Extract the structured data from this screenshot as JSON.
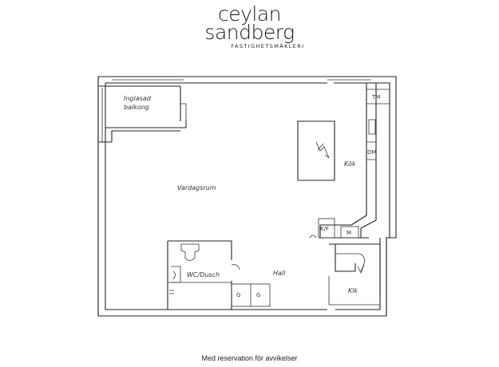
{
  "brand": {
    "line1": "ceylan",
    "line2": "sandberg",
    "tagline": "FASTIGHETSMÄKLERI"
  },
  "rooms": {
    "balcony_1": "Inglasad",
    "balcony_2": "balkong",
    "living": "Vardagsrum",
    "kitchen": "Kök",
    "bath": "WC/Dusch",
    "hall": "Hall",
    "stair": "Klk"
  },
  "fixtures": {
    "tm": "TM",
    "dm": "DM",
    "kf": "K/F",
    "m": "M",
    "g1": "G",
    "g2": "G"
  },
  "footer": "Med reservation för avvikelser"
}
